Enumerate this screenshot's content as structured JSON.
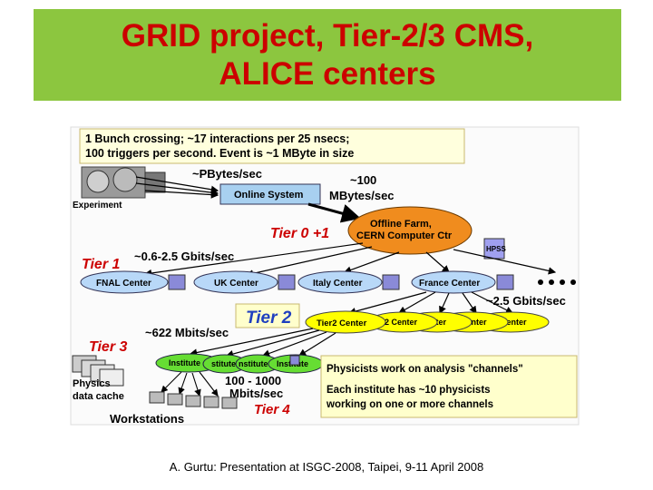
{
  "slide": {
    "title_line1": "GRID project, Tier-2/3 CMS,",
    "title_line2": "ALICE centers",
    "footer": "A. Gurtu: Presentation at ISGC-2008, Taipei, 9-11 April 2008"
  },
  "diagram": {
    "top_note_line1": "1 Bunch crossing; ~17 interactions per 25 nsecs;",
    "top_note_line2": "100 triggers per second. Event is ~1 MByte in size",
    "pbytes": "~PBytes/sec",
    "experiment": "Experiment",
    "online_system": "Online System",
    "rate_100_a": "~100",
    "rate_100_b": "MBytes/sec",
    "tier0": "Tier 0 +1",
    "offline_farm_1": "Offline Farm,",
    "offline_farm_2": "CERN Computer Ctr",
    "tier1": "Tier 1",
    "gbits_1": "~0.6-2.5  Gbits/sec",
    "fnal": "FNAL Center",
    "uk": "UK Center",
    "italy": "Italy Center",
    "france": "France Center",
    "gbits_2": "~2.5  Gbits/sec",
    "tier2": "Tier 2",
    "tier2_center": "Tier2 Center",
    "center_a": "2 Center",
    "center_b": "nter",
    "center_c": "Center",
    "center_d": "Center",
    "mbits_622": "~622  Mbits/sec",
    "tier3": "Tier 3",
    "institute_1": "Institute",
    "institute_2": "stitute",
    "institute_3": "nstitute",
    "institute_4": "Institute",
    "rate_1000_a": "100 - 1000",
    "rate_1000_b": "Mbits/sec",
    "physics_1": "Physics",
    "physics_2": "data cache",
    "tier4": "Tier 4",
    "workstations": "Workstations",
    "note_1": "Physicists work on analysis \"channels\"",
    "note_2": "Each institute has ~10 physicists",
    "note_3": "working on one or more channels"
  },
  "colors": {
    "title_bg": "#8cc63f",
    "title_text": "#cc0000",
    "tier_label": "#cc0000",
    "offline_farm": "#f08c1e",
    "tier1_centers": "#b8d8f8",
    "tier2_centers": "#ffff00",
    "institutes": "#66dd33",
    "note_box": "#ffffcc"
  }
}
